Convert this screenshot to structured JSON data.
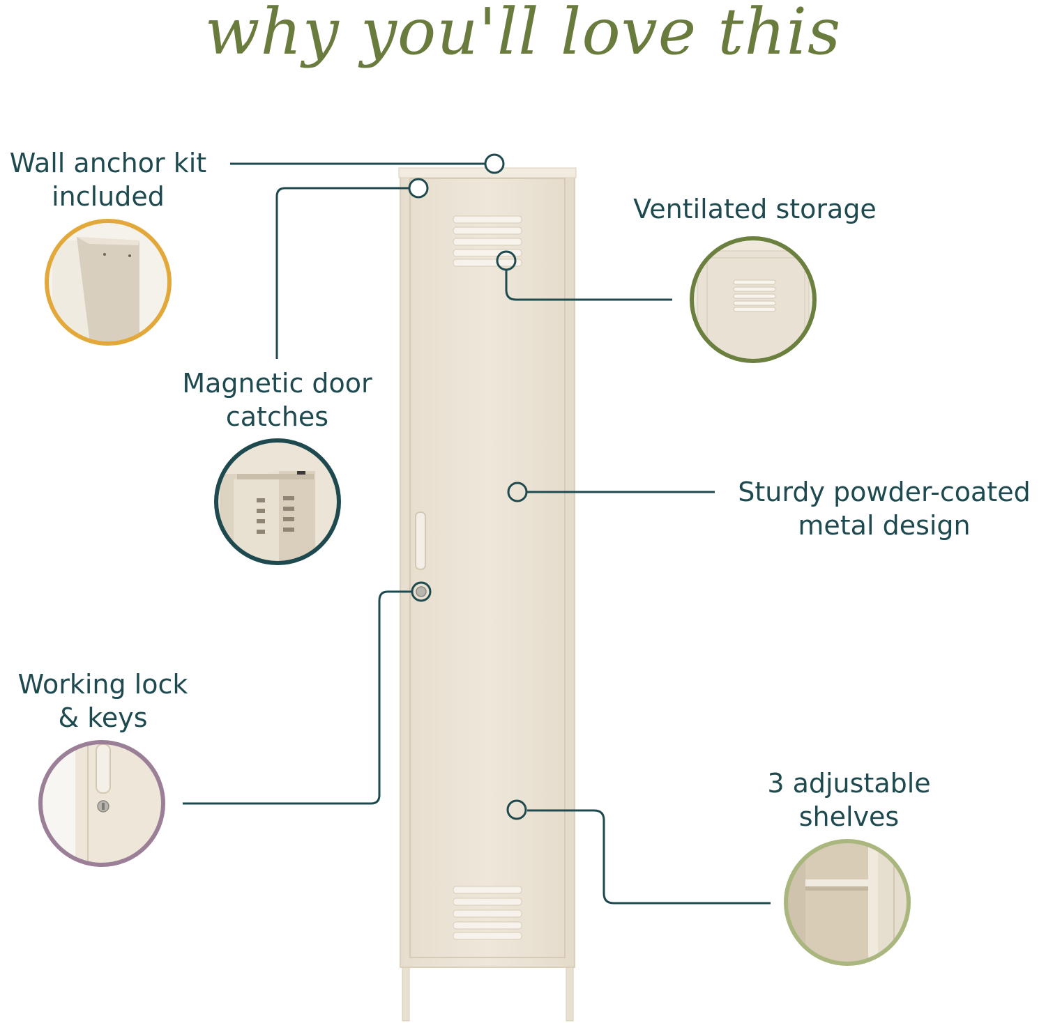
{
  "headline": "why you'll love this",
  "colors": {
    "headline": "#6a7b3e",
    "text": "#1e4a4f",
    "leader_line": "#1e4a4f",
    "locker_body": "#ece5d8",
    "ring_wall_anchor": "#e2a93a",
    "ring_ventilated": "#6b7f3f",
    "ring_magnetic": "#1e4a4f",
    "ring_lock": "#9b7f97",
    "ring_shelves": "#a9b67e"
  },
  "features": {
    "wall_anchor": {
      "line1": "Wall anchor kit",
      "line2": "included",
      "icon": "wall-anchor-closeup"
    },
    "ventilated": {
      "line1": "Ventilated storage",
      "icon": "vent-closeup"
    },
    "magnetic": {
      "line1": "Magnetic door",
      "line2": "catches",
      "icon": "door-catch-closeup"
    },
    "metal": {
      "line1": "Sturdy powder-coated",
      "line2": "metal design"
    },
    "lock": {
      "line1": "Working lock",
      "line2": "& keys",
      "icon": "lock-closeup"
    },
    "shelves": {
      "line1": "3 adjustable",
      "line2": "shelves",
      "icon": "shelf-closeup"
    }
  }
}
